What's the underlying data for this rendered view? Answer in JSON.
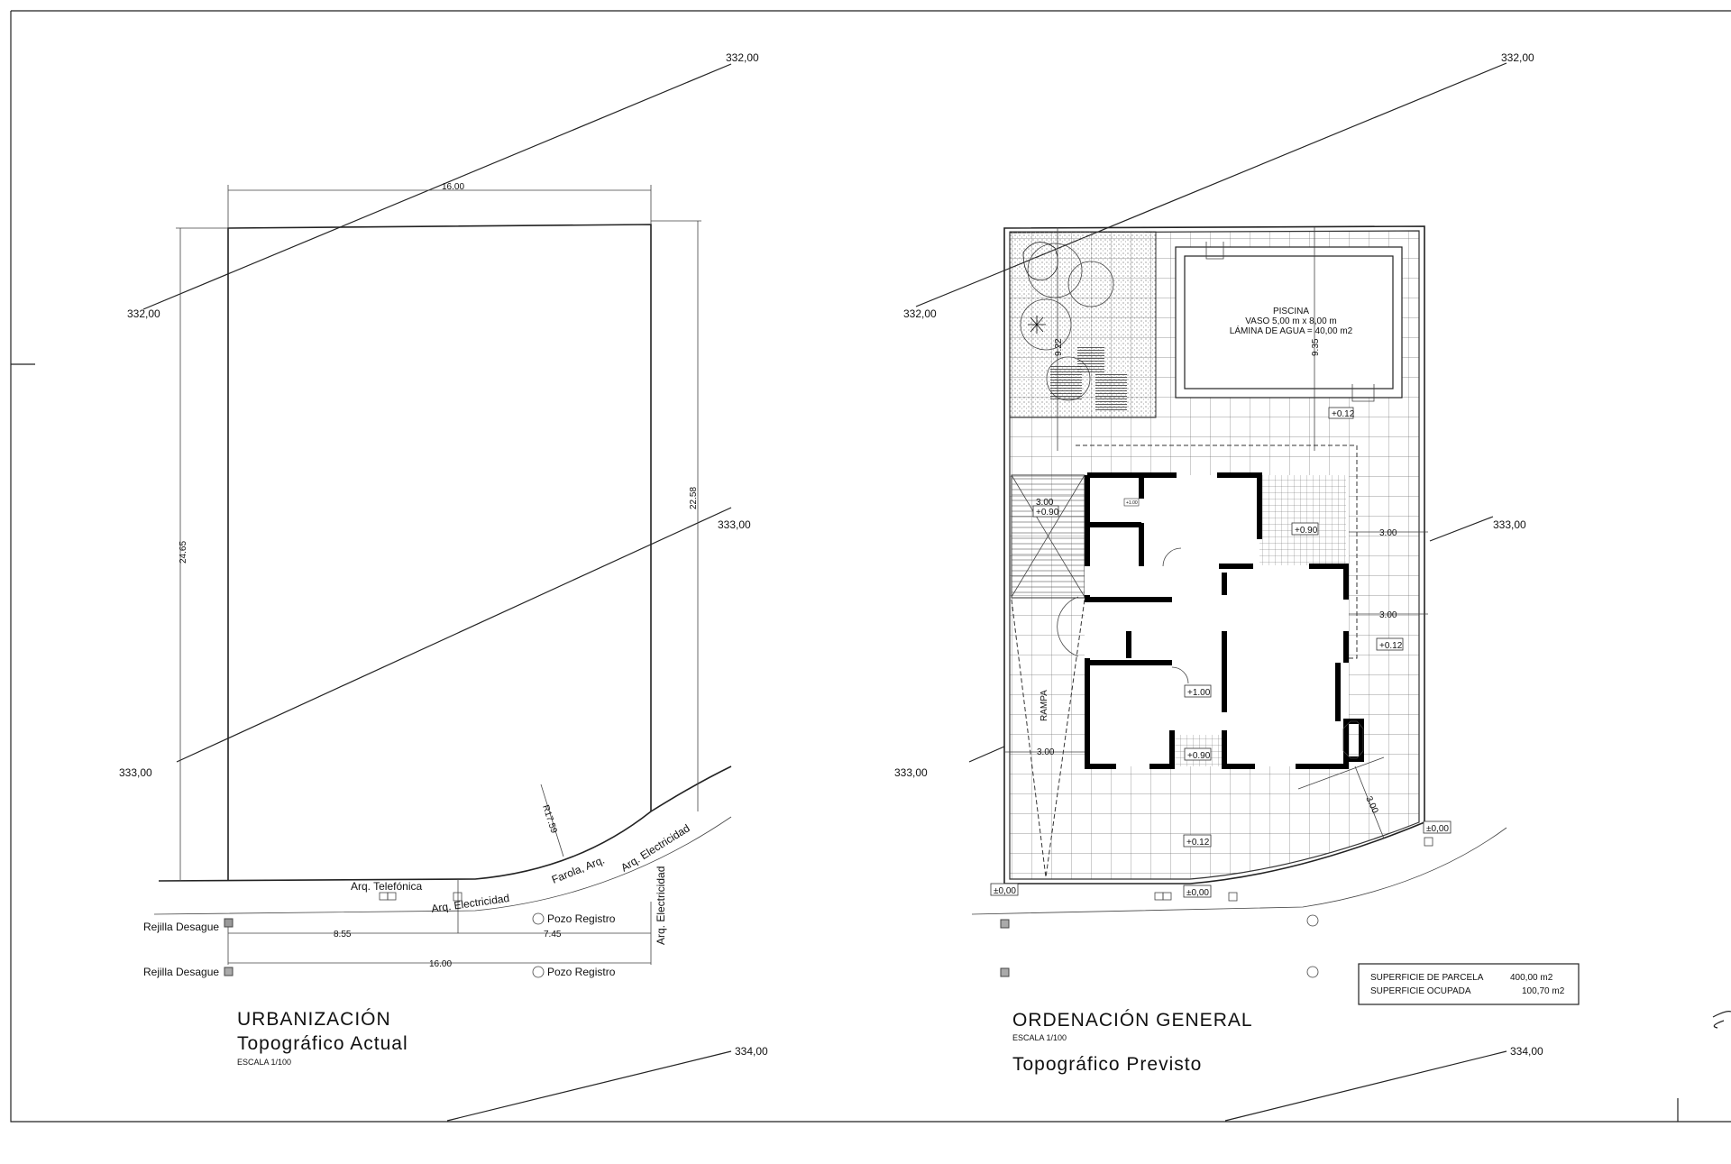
{
  "contours": {
    "c332": "332,00",
    "c333": "333,00",
    "c334": "334,00"
  },
  "left_plan": {
    "dim_top": "16.00",
    "dim_left": "24.65",
    "dim_right": "22.58",
    "radius": "R17.59",
    "dim_a": "8.55",
    "dim_b": "7.45",
    "dim_total": "16.00",
    "labels": {
      "arq_telefonica": "Arq. Telefónica",
      "arq_electricidad_1": "Arq. Electricidad",
      "farola": "Farola, Arq.",
      "arq_electricidad_2": "Arq. Electricidad",
      "arq_electricidad_3": "Arq. Electricidad",
      "rejilla_1": "Rejilla Desague",
      "rejilla_2": "Rejilla Desague",
      "pozo_1": "Pozo Registro",
      "pozo_2": "Pozo Registro"
    },
    "title": "URBANIZACIÓN",
    "subtitle": "Topográfico Actual",
    "scale": "ESCALA 1/100"
  },
  "right_plan": {
    "pool": {
      "name": "PISCINA",
      "size": "VASO 5,00 m x 8,00 m",
      "area": "LÁMINA DE AGUA = 40,00 m2"
    },
    "dims": {
      "garden_depth": "9.22",
      "pool_depth": "9.35",
      "side_left": "3.00",
      "side_right_1": "3.00",
      "side_right_2": "3.00",
      "ramp_width": "3.00",
      "corner": "3.00"
    },
    "levels": {
      "pool_deck": "+0.12",
      "ramp_top": "+0.90",
      "small": "+1.00",
      "terrace": "+0.90",
      "east": "+0.12",
      "hall": "+1.00",
      "entry": "+0.90",
      "front": "+0.12",
      "street_center": "±0,00",
      "street_left": "±0,00",
      "street_right": "±0,00"
    },
    "ramp_label": "RAMPA",
    "summary": {
      "parcel_label": "SUPERFICIE DE PARCELA",
      "parcel_value": "400,00 m2",
      "occupied_label": "SUPERFICIE OCUPADA",
      "occupied_value": "100,70 m2"
    },
    "title": "ORDENACIÓN GENERAL",
    "scale": "ESCALA 1/100",
    "subtitle": "Topográfico Previsto"
  }
}
